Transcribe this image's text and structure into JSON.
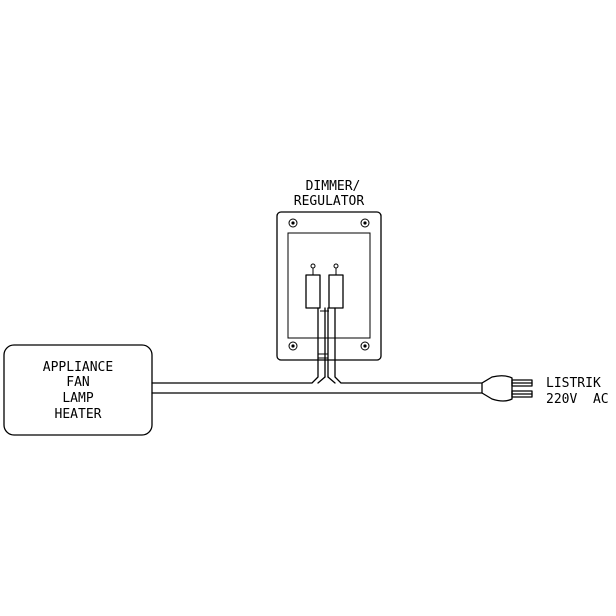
{
  "diagram": {
    "dimmer_label": [
      "DIMMER/",
      "REGULATOR"
    ],
    "appliance_label": [
      "APPLIANCE",
      "FAN",
      "LAMP",
      "HEATER"
    ],
    "power_label": [
      "LISTRIK",
      "220V  AC"
    ]
  }
}
